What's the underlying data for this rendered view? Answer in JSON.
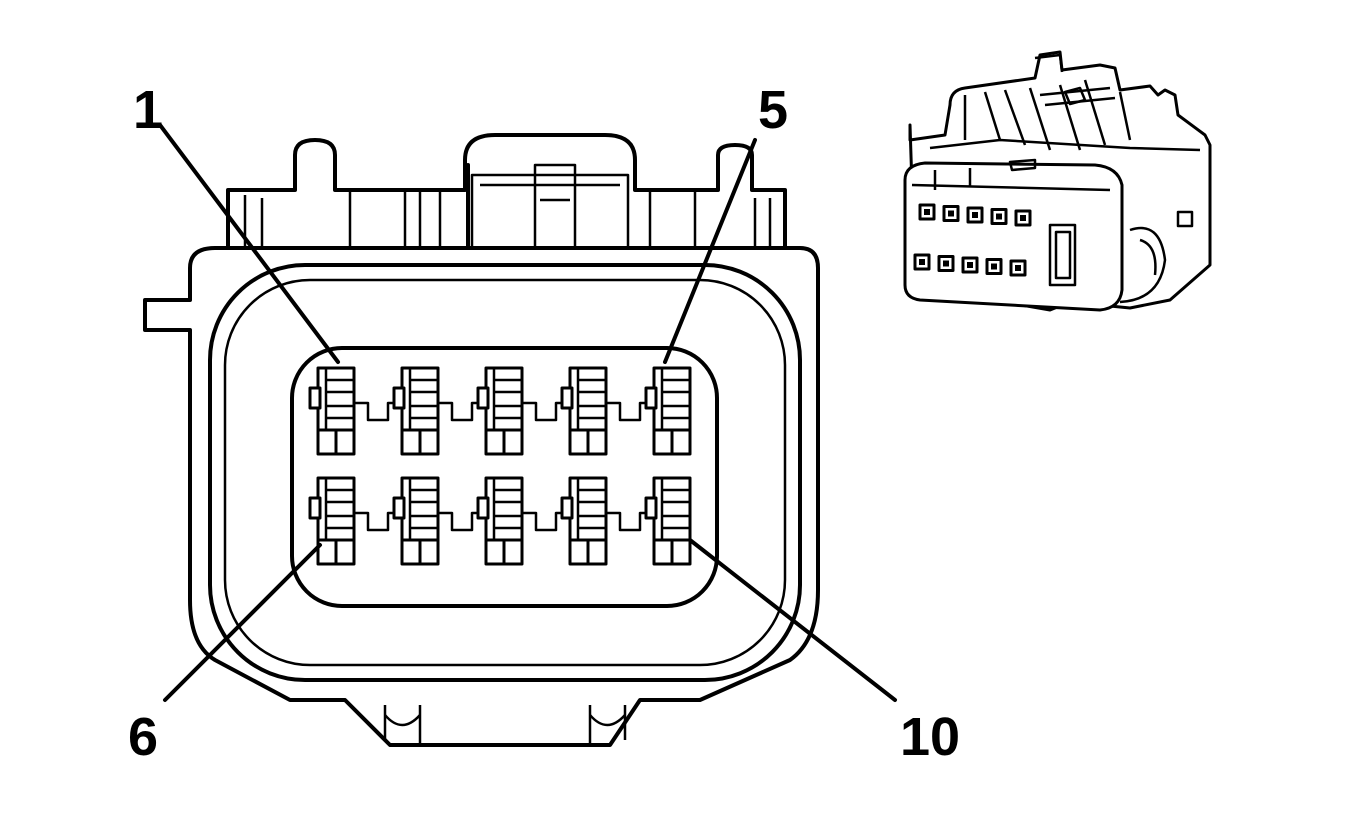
{
  "diagram": {
    "colors": {
      "line": "#000000",
      "background": "#ffffff"
    },
    "pin_labels": {
      "p1": "1",
      "p5": "5",
      "p6": "6",
      "p10": "10"
    },
    "rows": 2,
    "cavities_per_row": 5
  }
}
